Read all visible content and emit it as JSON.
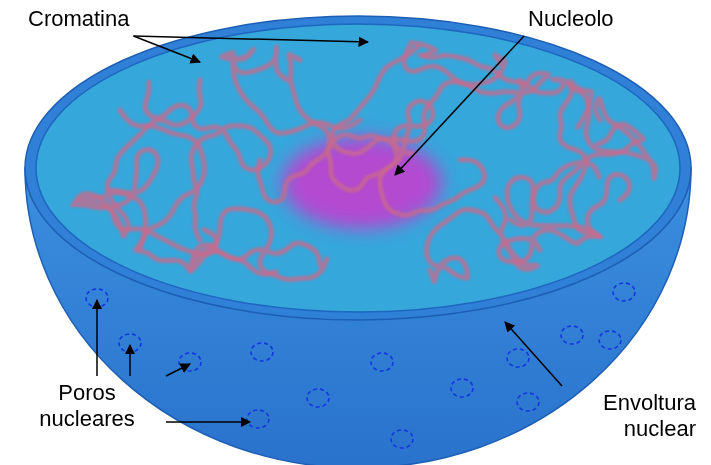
{
  "diagram": {
    "labels": [
      "Cromatina",
      "Nucleolo",
      "Poros nucleares",
      "Envoltura nuclear"
    ]
  }
}
